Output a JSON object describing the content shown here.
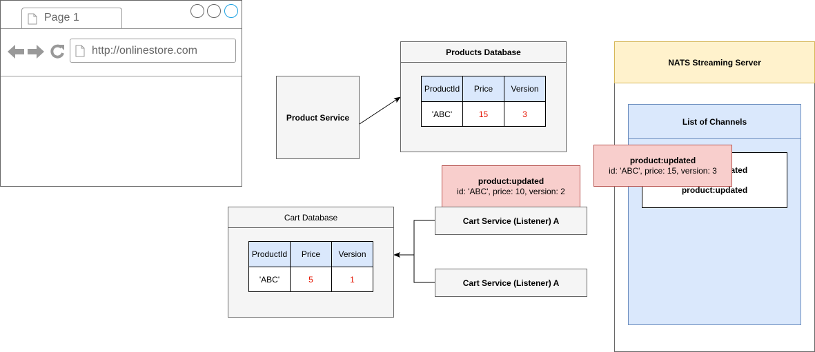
{
  "browser": {
    "tab_label": "Page 1",
    "url": "http://onlinestore.com"
  },
  "product_service": {
    "label": "Product Service"
  },
  "products_db": {
    "title": "Products Database",
    "columns": [
      "ProductId",
      "Price",
      "Version"
    ],
    "row": [
      "'ABC'",
      "15",
      "3"
    ]
  },
  "cart_db": {
    "title": "Cart Database",
    "columns": [
      "ProductId",
      "Price",
      "Version"
    ],
    "row": [
      "'ABC'",
      "5",
      "1"
    ]
  },
  "cart_service_a": {
    "label": "Cart Service (Listener) A"
  },
  "cart_service_b": {
    "label": "Cart Service (Listener) A"
  },
  "event_v2": {
    "title": "product:updated",
    "body": "id: 'ABC', price: 10, version: 2"
  },
  "event_v3": {
    "title": "product:updated",
    "body": "id: 'ABC', price: 15, version: 3"
  },
  "nats": {
    "title": "NATS Streaming Server",
    "channels_title": "List of Channels",
    "channel_items": [
      "product:updated",
      "product:updated"
    ]
  },
  "colors": {
    "gray_fill": "#f5f5f5",
    "yellow_fill": "#fff2cc",
    "blue_fill": "#dae8fc",
    "red_fill": "#f8cecc",
    "red_text": "#e51400",
    "browser_accent": "#1ba1e2"
  }
}
